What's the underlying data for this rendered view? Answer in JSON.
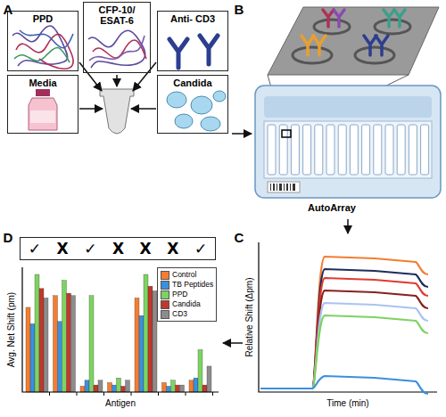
{
  "diagram": {
    "nodes": [
      {
        "text": [
          "PPD"
        ]
      },
      {
        "text": [
          "CFP-10/ ESAT-6"
        ]
      },
      {
        "text": [
          "Anti- CD3"
        ]
      },
      {
        "text": [
          "Media"
        ]
      },
      {
        "text": [
          "Candida"
        ]
      },
      {
        "text": [
          "✓",
          "X",
          "✓",
          "X",
          "X",
          "X",
          "✓"
        ]
      }
    ],
    "labels": [
      "A",
      "B",
      "C",
      "D",
      "AutoArray",
      "Relative Shift (Δpm)",
      "Time (min)",
      "Avg. Net Shift (pm)",
      "Antigen"
    ],
    "legend": [
      {
        "text": "Control",
        "color": "#f47d30"
      },
      {
        "text": "TB Peptides",
        "color": "#3b8fe0"
      },
      {
        "text": "PPD",
        "color": "#7dd361"
      },
      {
        "text": "Candida",
        "color": "#c0392b"
      },
      {
        "text": "CD3",
        "color": "#8c8c8c"
      }
    ]
  }
}
